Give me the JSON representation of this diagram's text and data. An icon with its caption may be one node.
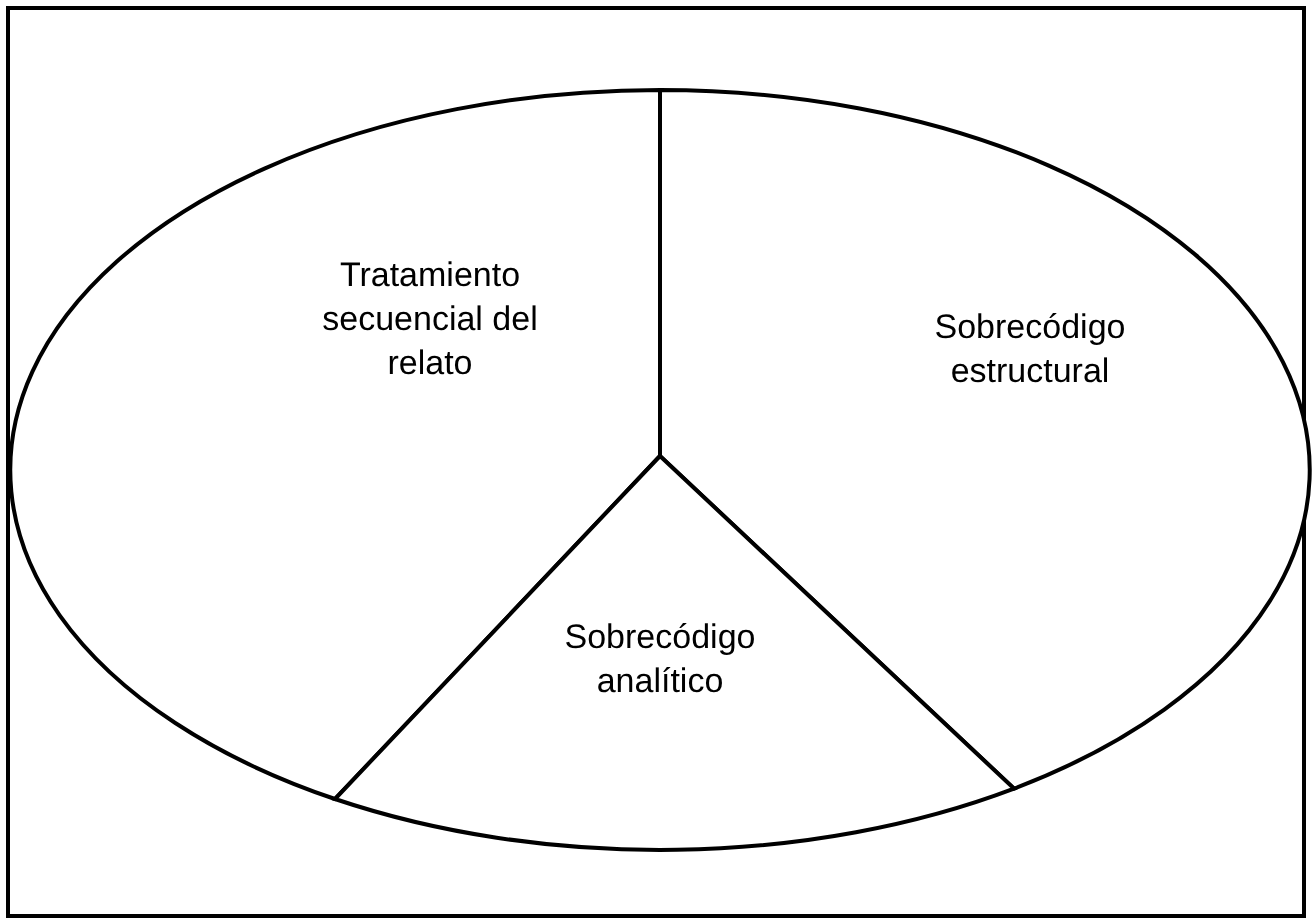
{
  "diagram": {
    "nodes": [
      {
        "text": [
          "Tratamiento secuencial del relato"
        ]
      },
      {
        "text": [
          "Sobrecódigo estructural"
        ]
      },
      {
        "text": [
          "Sobrecódigo analítico"
        ]
      }
    ]
  }
}
